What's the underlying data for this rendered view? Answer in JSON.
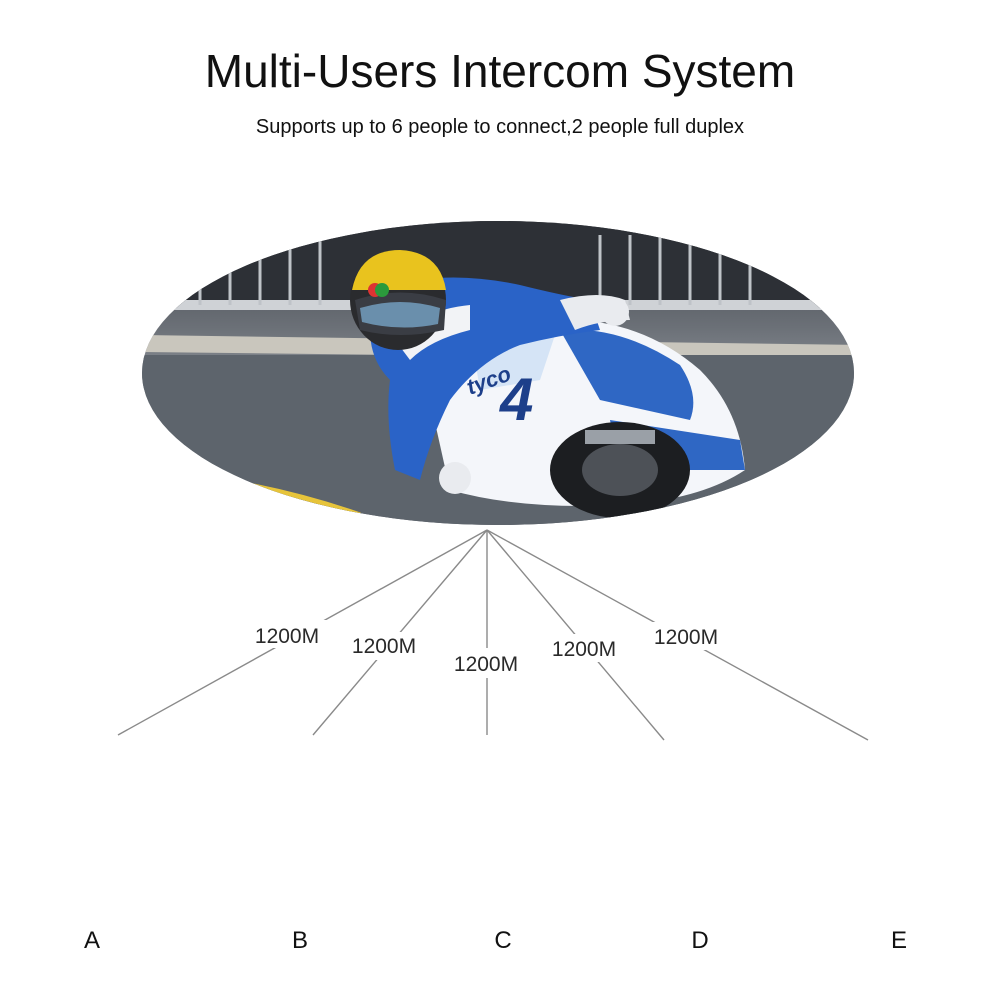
{
  "header": {
    "title": "Multi-Users Intercom System",
    "subtitle": "Supports up to 6 people to connect,2 people full duplex"
  },
  "connections": [
    {
      "speed": "1200M",
      "user": "A"
    },
    {
      "speed": "1200M",
      "user": "B"
    },
    {
      "speed": "1200M",
      "user": "C"
    },
    {
      "speed": "1200M",
      "user": "D"
    },
    {
      "speed": "1200M",
      "user": "E"
    }
  ],
  "colors": {
    "line": "#8a8a8a",
    "bike_blue": "#3a7fd6",
    "bike_white": "#f4f6fa",
    "helmet_yellow": "#e8c21a",
    "asphalt": "#5d646c"
  }
}
